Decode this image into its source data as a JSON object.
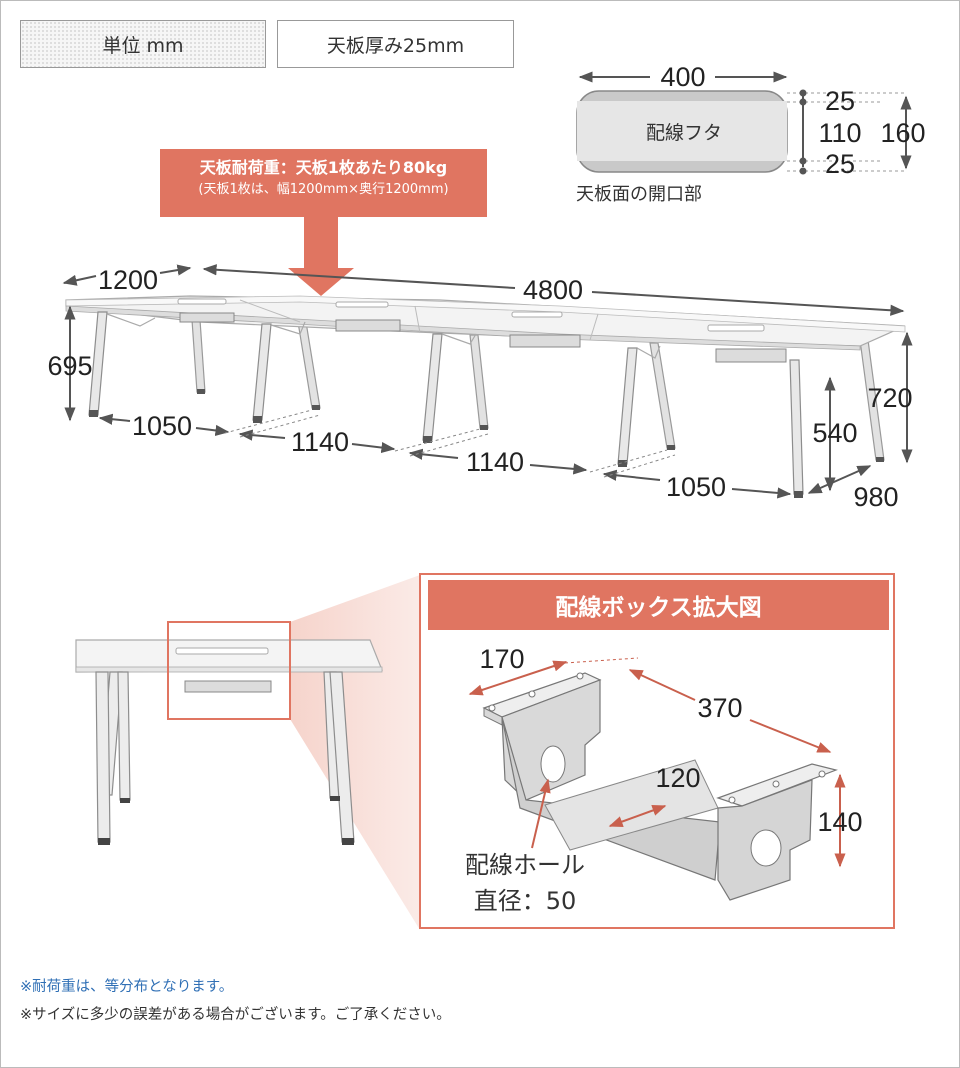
{
  "header": {
    "unit_label": "単位 mm",
    "thickness_label": "天板厚み25mm"
  },
  "load_banner": {
    "line1": "天板耐荷重：天板1枚あたり80kg",
    "line2": "(天板1枚は、幅1200mm×奥行1200mm)"
  },
  "opening": {
    "cover_label": "配線フタ",
    "caption": "天板面の開口部",
    "width": "400",
    "margin_top": "25",
    "middle": "110",
    "margin_bottom": "25",
    "total_depth": "160"
  },
  "table_dims": {
    "top_width_single": "1200",
    "total_width": "4800",
    "height_left": "695",
    "leg_span_1": "1050",
    "leg_span_2": "1140",
    "leg_span_3": "1140",
    "leg_span_4": "1050",
    "under_clearance": "540",
    "height_right": "720",
    "depth": "980"
  },
  "zoom": {
    "title": "配線ボックス拡大図",
    "dim_170": "170",
    "dim_370": "370",
    "dim_120": "120",
    "dim_140": "140",
    "hole_label_1": "配線ホール",
    "hole_label_2": "直径：50"
  },
  "notes": {
    "note1": "※耐荷重は、等分布となります。",
    "note2": "※サイズに多少の誤差がある場合がございます。ご了承ください。"
  },
  "colors": {
    "accent": "#e07561",
    "note_blue": "#2f6fb5",
    "leg_gray": "#cfcfcf"
  }
}
